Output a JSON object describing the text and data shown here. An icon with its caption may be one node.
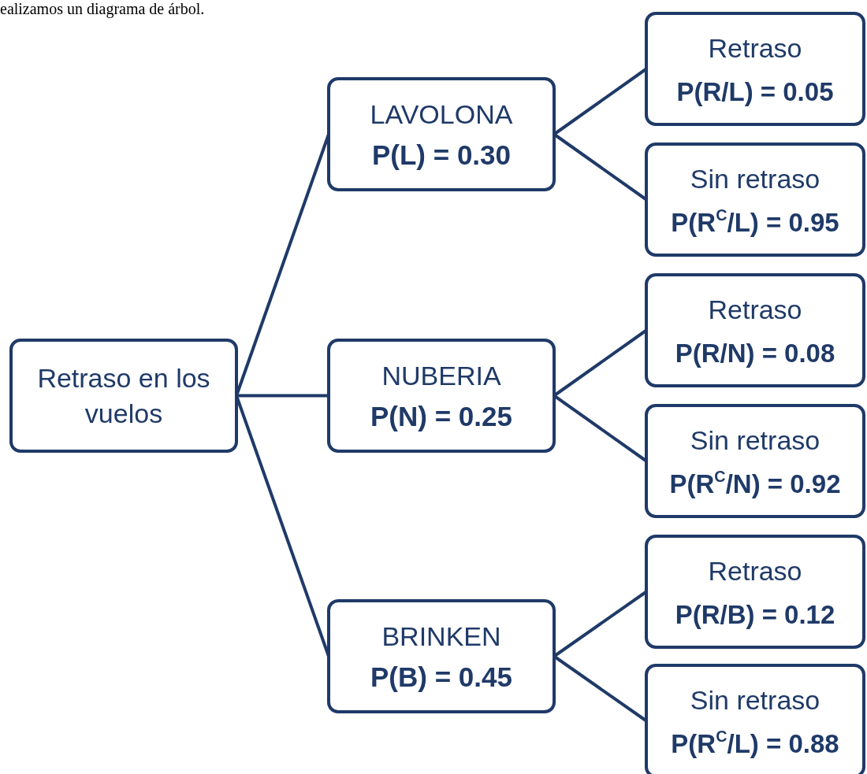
{
  "diagram": {
    "nodes": [
      {
        "text": [
          "Retraso en los vuelos"
        ]
      },
      {
        "text": [
          "LAVOLONA",
          "P(L) = 0.30"
        ]
      },
      {
        "text": [
          "NUBERIA",
          "P(N) = 0.25"
        ]
      },
      {
        "text": [
          "BRINKEN",
          "P(B) = 0.45"
        ]
      },
      {
        "text": [
          "Retraso",
          "P(R/L) = 0.05"
        ]
      },
      {
        "text": [
          "Sin retraso",
          "P(R$^{C}$/L) = 0.95"
        ]
      },
      {
        "text": [
          "Retraso",
          "P(R/N) = 0.08"
        ]
      },
      {
        "text": [
          "Sin retraso",
          "P(R$^{C}$/N) = 0.92"
        ]
      },
      {
        "text": [
          "Retraso",
          "P(R/B) = 0.12"
        ]
      },
      {
        "text": [
          "Sin retraso",
          "P(R$^{C}$/L) = 0.88"
        ]
      }
    ],
    "edges": [
      {
        "from": 0,
        "to": 1,
        "arrow": "none"
      },
      {
        "from": 0,
        "to": 2,
        "arrow": "none"
      },
      {
        "from": 0,
        "to": 3,
        "arrow": "none"
      },
      {
        "from": 1,
        "to": 4,
        "arrow": "none"
      },
      {
        "from": 1,
        "to": 5,
        "arrow": "none"
      },
      {
        "from": 2,
        "to": 6,
        "arrow": "none"
      },
      {
        "from": 2,
        "to": 7,
        "arrow": "none"
      },
      {
        "from": 3,
        "to": 8,
        "arrow": "none"
      },
      {
        "from": 3,
        "to": 9,
        "arrow": "none"
      }
    ],
    "labels": [
      "ealizamos un diagrama de árbol."
    ]
  }
}
